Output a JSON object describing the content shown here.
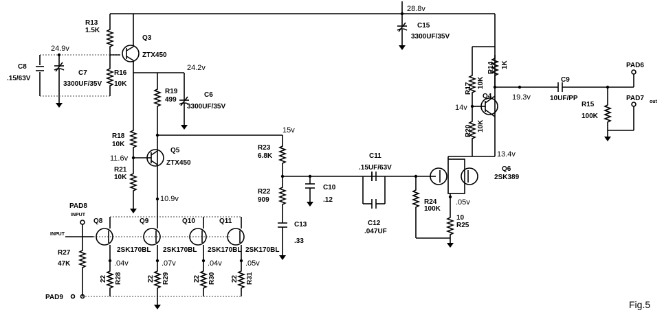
{
  "figure_label": "Fig.5",
  "voltages": {
    "v_rail": "28.8v",
    "v_c7": "24.9v",
    "v_c6": "24.2v",
    "v_15": "15v",
    "v_116": "11.6v",
    "v_109": "10.9v",
    "v_14": "14v",
    "v_193": "19.3v",
    "v_134": "13.4v",
    "v_05a": ".05v",
    "v_04a": ".04v",
    "v_07": ".07v",
    "v_04b": ".04v",
    "v_05b": ".05v"
  },
  "components": {
    "r13": "R13",
    "r13_val": "1.5K",
    "q3": "Q3",
    "q3_type": "ZTX450",
    "c8": "C8",
    "c8_val": ".15/63V",
    "c7": "C7",
    "c7_val": "3300UF/35V",
    "r16": "R16",
    "r16_val": "10K",
    "r19": "R19",
    "r19_val": "499",
    "c6": "C6",
    "c6_val": "3300UF/35V",
    "r18": "R18",
    "r18_val": "10K",
    "q5": "Q5",
    "q5_type": "ZTX450",
    "r21": "R21",
    "r21_val": "10K",
    "r23": "R23",
    "r23_val": "6.8K",
    "r22": "R22",
    "r22_val": "909",
    "c10": "C10",
    "c10_val": ".12",
    "c13": "C13",
    "c13_val": ".33",
    "c11": "C11",
    "c11_val": ".15UF/63V",
    "c12": "C12",
    "c12_val": ".047UF",
    "r24": "R24",
    "r24_val": "100K",
    "r25": "R25",
    "r25_val": "10",
    "q6": "Q6",
    "q6_type": "2SK389",
    "c15": "C15",
    "c15_val": "3300UF/35V",
    "r14": "R14",
    "r14_val": "1K",
    "r17": "R17",
    "r17_val": "10K",
    "r20": "R20",
    "r20_val": "10K",
    "q4": "Q4",
    "c9": "C9",
    "c9_val": "10UF/PP",
    "r15": "R15",
    "r15_val": "100K",
    "pad6": "PAD6",
    "pad7": "PAD7",
    "out": "out",
    "pad8": "PAD8",
    "pad8_input": "INPUT",
    "input": "INPUT",
    "pad9": "PAD9",
    "r27": "R27",
    "r27_val": "47K",
    "q8": "Q8",
    "q9": "Q9",
    "q10": "Q10",
    "q11": "Q11",
    "jfet_type": "2SK170BL",
    "r28": "R28",
    "r29": "R29",
    "r30": "R30",
    "r31": "R31",
    "rs_val": "22"
  }
}
